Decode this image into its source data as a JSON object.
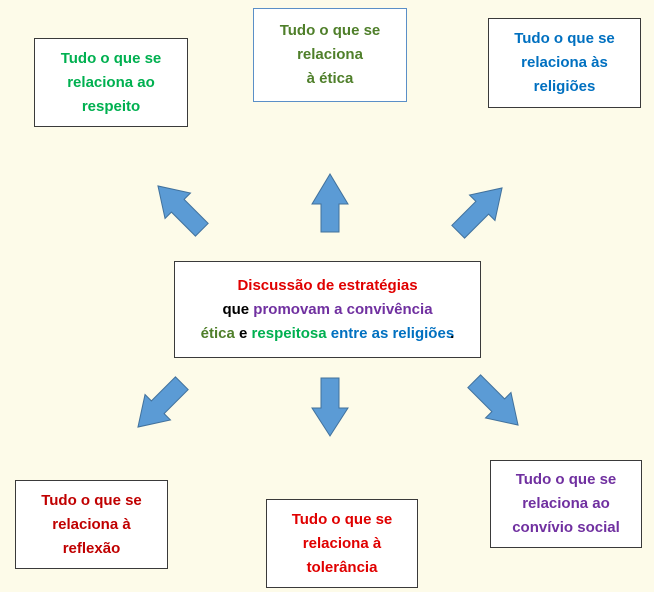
{
  "center": {
    "line1": "Discussão de estratégias",
    "line2_a": "que",
    "line2_b": "promovam a convivência",
    "line3_a": "ética",
    "line3_b": "e",
    "line3_c": "respeitosa",
    "line3_d": "entre as religiões",
    "line3_e": ".",
    "colors": {
      "red": "#e00000",
      "purple": "#7030a0",
      "green_olive": "#4f7f2a",
      "green": "#00b050",
      "blue": "#0070c0",
      "black": "#000000"
    }
  },
  "boxes": {
    "respeito": {
      "lines": [
        "Tudo o que se",
        "relaciona ao",
        "respeito"
      ],
      "color": "#00b050"
    },
    "etica": {
      "lines": [
        "Tudo o que se",
        "relaciona",
        "à ética"
      ],
      "color": "#4f7f2a"
    },
    "religioes": {
      "lines": [
        "Tudo o que se",
        "relaciona às",
        "religiões"
      ],
      "color": "#0070c0"
    },
    "reflexao": {
      "lines": [
        "Tudo o que se",
        "relaciona à",
        "reflexão"
      ],
      "color": "#c00000"
    },
    "tolerancia": {
      "lines": [
        "Tudo o que se",
        "relaciona à",
        "tolerância"
      ],
      "color": "#e00000"
    },
    "convivio": {
      "lines": [
        "Tudo o que se",
        "relaciona ao",
        "convívio social"
      ],
      "color": "#7030a0"
    }
  },
  "arrow_color": "#5b9bd5"
}
